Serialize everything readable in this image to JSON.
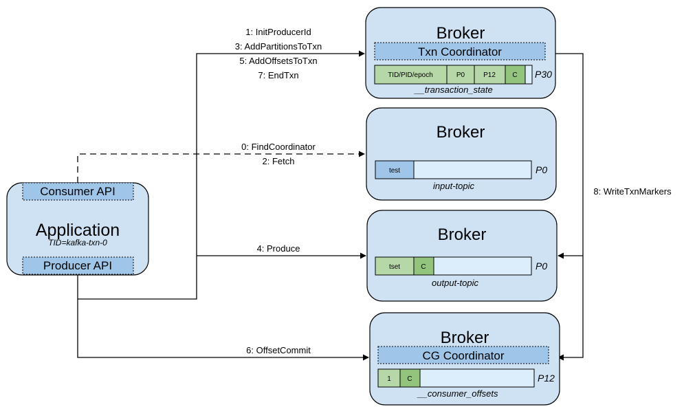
{
  "application": {
    "title": "Application",
    "tid": "TID=kafka-txn-0",
    "consumer_api": "Consumer API",
    "producer_api": "Producer API"
  },
  "brokers": [
    {
      "title": "Broker",
      "coordinator": "Txn Coordinator",
      "partition_label": "P30",
      "topic": "__transaction_state",
      "cells": [
        "TID/PID/epoch",
        "P0",
        "P12",
        "C"
      ]
    },
    {
      "title": "Broker",
      "partition_label": "P0",
      "topic": "input-topic",
      "cells": [
        "test"
      ]
    },
    {
      "title": "Broker",
      "partition_label": "P0",
      "topic": "output-topic",
      "cells": [
        "tset",
        "C"
      ]
    },
    {
      "title": "Broker",
      "coordinator": "CG Coordinator",
      "partition_label": "P12",
      "topic": "__consumer_offsets",
      "cells": [
        "1",
        "C"
      ]
    }
  ],
  "edges": {
    "init_producer_id": "1: InitProducerId",
    "add_partitions_to_txn": "3: AddPartitionsToTxn",
    "add_offsets_to_txn": "5: AddOffsetsToTxn",
    "end_txn": "7: EndTxn",
    "find_coordinator": "0: FindCoordinator",
    "fetch": "2: Fetch",
    "produce": "4: Produce",
    "offset_commit": "6: OffsetCommit",
    "write_txn_markers": "8: WriteTxnMarkers"
  },
  "colors": {
    "box_fill": "#cfe2f3",
    "api_fill": "#9fc5e8",
    "light_green": "#b6d7a8",
    "dark_green": "#93c47d",
    "log_fill": "#dceefb"
  }
}
